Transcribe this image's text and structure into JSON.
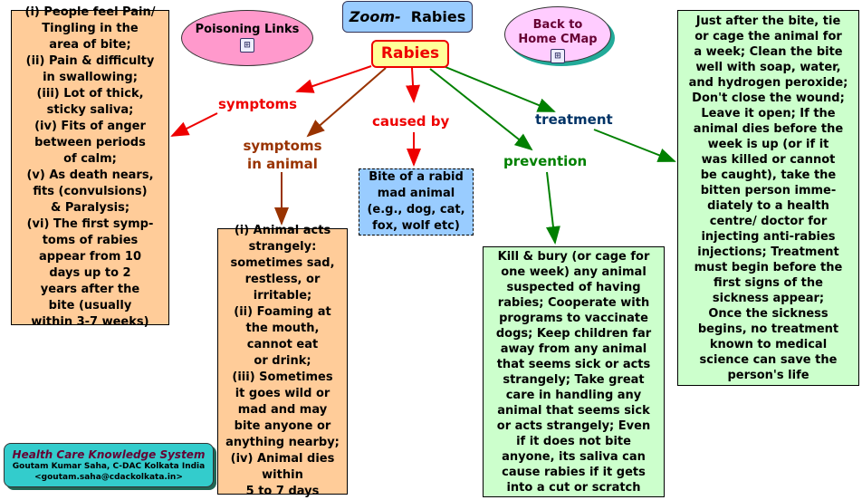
{
  "title_zoom": "Zoom-",
  "title_topic": "Rabies",
  "central": "Rabies",
  "poisoning_links": "Poisoning Links",
  "back_home": [
    "Back to",
    "Home CMap"
  ],
  "links": {
    "symptoms": "symptoms",
    "symptoms_animal": [
      "symptoms",
      "in animal"
    ],
    "caused_by": "caused by",
    "prevention": "prevention",
    "treatment": "treatment"
  },
  "symptoms_box": [
    "(i) People feel Pain/",
    "Tingling in the",
    "area of bite;",
    "(ii) Pain & difficulty",
    "in swallowing;",
    "(iii) Lot of thick,",
    "sticky saliva;",
    "(iv) Fits of anger",
    "between periods",
    "of calm;",
    "(v) As death nears,",
    "fits (convulsions)",
    "& Paralysis;",
    "(vi) The first symp-",
    "toms of rabies",
    "appear from 10",
    "days up to 2",
    "years after the",
    "bite (usually",
    "within 3-7 weeks)"
  ],
  "animal_box": [
    "(i) Animal acts",
    "strangely:",
    "sometimes sad,",
    "restless, or",
    "irritable;",
    "(ii) Foaming at",
    "the mouth,",
    "cannot eat",
    "or drink;",
    "(iii) Sometimes",
    "it goes wild or",
    "mad and may",
    "bite anyone or",
    "anything nearby;",
    "(iv) Animal dies",
    "within",
    "5 to 7 days"
  ],
  "cause_box": [
    "Bite of a rabid",
    "mad animal",
    "(e.g., dog, cat,",
    "fox, wolf etc)"
  ],
  "prevention_box": [
    "Kill & bury (or cage for",
    "one week) any animal",
    "suspected of having",
    "rabies; Cooperate with",
    "programs to vaccinate",
    "dogs; Keep children far",
    "away from any animal",
    "that seems sick or acts",
    "strangely; Take great",
    "care in handling any",
    "animal that seems sick",
    "or acts strangely; Even",
    "if it does not bite",
    "anyone, its saliva can",
    "cause rabies if it gets",
    "into a cut or scratch"
  ],
  "treatment_box": [
    "Just after the bite, tie",
    "or cage the animal for",
    "a week; Clean the bite",
    "well with soap, water,",
    "and hydrogen peroxide;",
    "Don't close the wound;",
    "Leave it open; If the",
    "animal dies before the",
    "week is up (or if it",
    "was killed or cannot",
    "be caught), take the",
    "bitten person imme-",
    "diately to a health",
    "centre/ doctor for",
    "injecting anti-rabies",
    "injections; Treatment",
    "must begin before the",
    "first signs of the",
    "sickness appear;",
    "Once the sickness",
    "begins, no treatment",
    "known to medical",
    "science can save the",
    "person's life"
  ],
  "footer": {
    "title": "Health Care Knowledge System",
    "author": "Goutam Kumar Saha, C-DAC Kolkata India",
    "email": "<goutam.saha@cdackolkata.in>"
  },
  "icons": {
    "cmap": "concept-map-icon"
  },
  "colors": {
    "red": "#ee0000",
    "brown": "#993300",
    "green": "#008000",
    "navy": "#003366",
    "orange_box": "#ffcc99",
    "green_box": "#ccffcc",
    "blue_box": "#99ccff"
  }
}
